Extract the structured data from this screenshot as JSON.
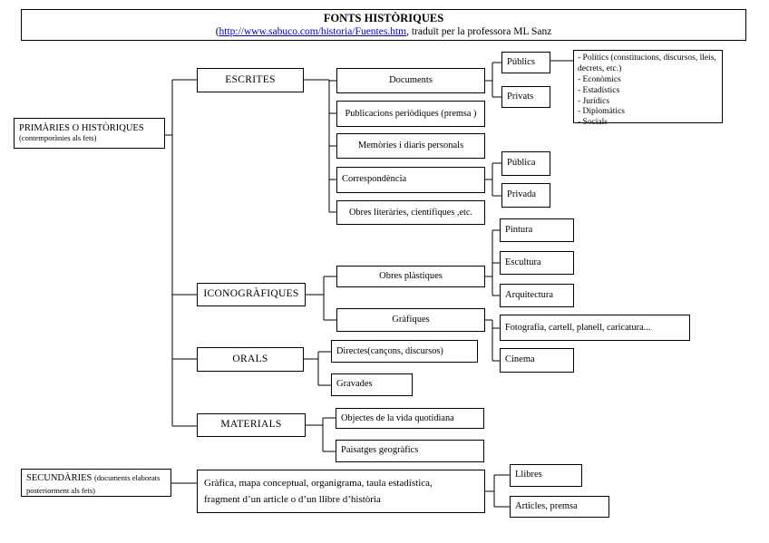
{
  "title": {
    "heading": "FONTS HISTÒRIQUES",
    "link_prefix": "(",
    "link_url": "http://www.sabuco.com/historia/Fuentes.htm",
    "link_suffix": ", traduït per la professora ML Sanz"
  },
  "primary_root": {
    "label": "PRIMÀRIES O HISTÒRIQUES",
    "note": "(contemporànies als fets)"
  },
  "secondary_root": {
    "label": "SECUNDÀRIES ",
    "note": "(documents elaborats posteriorment als fets)"
  },
  "branches": {
    "escrites": "ESCRITES",
    "iconografiques": "ICONOGRÀFIQUES",
    "orals": "ORALS",
    "materials": "MATERIALS"
  },
  "escrites_children": {
    "documents": "Documents",
    "publicacions": "Publicacions periòdiques (premsa )",
    "memories": "Memòries i diaris personals",
    "correspondencia": "Correspondència",
    "obres_literaries": "Obres literàries, científiques ,etc."
  },
  "documents_children": {
    "publics": "Públics",
    "privats": "Privats",
    "publics_types": "- Polítics (constitucions, discursos, lleis, decrets, etc.)\n- Econòmics\n- Estadístics\n- Jurídics\n- Diplomàtics\n- Socials"
  },
  "correspondencia_children": {
    "publica": "Pública",
    "privada": "Privada"
  },
  "iconografiques_children": {
    "obres_plastiques": "Obres plàstiques",
    "grafiques": "Gràfiques"
  },
  "obres_plastiques_children": {
    "pintura": "Pintura",
    "escultura": "Escultura",
    "arquitectura": "Arquitectura"
  },
  "grafiques_children": {
    "fotografia": "Fotografia, cartell, planell, caricatura...",
    "cinema": "Cinema"
  },
  "orals_children": {
    "directes": "Directes(cançons, discursos)",
    "gravades": "Gravades"
  },
  "materials_children": {
    "objectes": "Objectes de la vida quotidiana",
    "paisatges": "Paisatges geogràfics"
  },
  "secondary_children": {
    "descripcio": "Gràfica, mapa conceptual, organigrama, taula estadística,\nfragment d’un article o d’un llibre d’història",
    "llibres": "Llibres",
    "articles": "Articles, premsa"
  },
  "colors": {
    "link": "#0000cc",
    "line": "#000000",
    "border": "#000000",
    "background": "#ffffff"
  }
}
